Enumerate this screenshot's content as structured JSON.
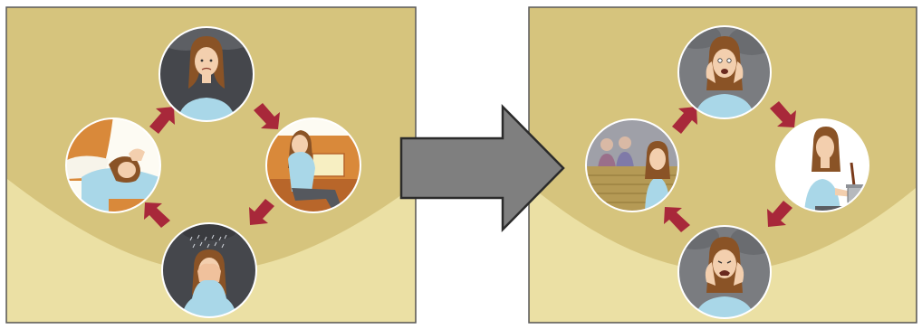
{
  "colors": {
    "panel_top": "#d6c47d",
    "panel_bottom": "#ebe0a4",
    "panel_border": "#5a5a5a",
    "cycle_arrow": "#a8283a",
    "big_arrow_fill": "#7f7f7f",
    "big_arrow_stroke": "#2b2b2b",
    "skin": "#f3cfae",
    "hair": "#8a5326",
    "shirt": "#a9d7e8",
    "dark_bg": "#45474c",
    "storm_bg": "#7a7c80",
    "couch": "#d9893a",
    "couch_dark": "#b8662a"
  },
  "panels": [
    {
      "name": "left-cycle",
      "scenes": [
        {
          "name": "worried-woman-storm-cloud",
          "icon": "worried-person-icon"
        },
        {
          "name": "woman-slumped-on-couch",
          "icon": "couch-person-icon"
        },
        {
          "name": "woman-crying-rain-cloud",
          "icon": "crying-person-icon"
        },
        {
          "name": "woman-lying-in-bed",
          "icon": "bed-person-icon"
        }
      ]
    },
    {
      "name": "right-cycle",
      "scenes": [
        {
          "name": "anxious-woman-smoke",
          "icon": "anxious-person-icon"
        },
        {
          "name": "woman-cooking",
          "icon": "cooking-person-icon"
        },
        {
          "name": "distressed-woman-smoke",
          "icon": "distressed-person-icon"
        },
        {
          "name": "woman-with-others-at-wall",
          "icon": "social-person-icon"
        }
      ]
    }
  ],
  "transition_arrow": {
    "icon": "right-arrow-icon"
  }
}
